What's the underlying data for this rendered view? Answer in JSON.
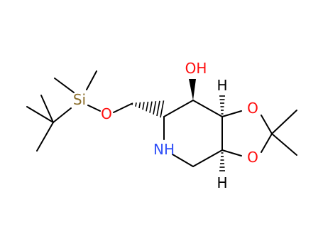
{
  "molecule": {
    "atoms": {
      "si": "Si",
      "o_silyl": "O",
      "oh": "OH",
      "o_ring_top": "O",
      "o_ring_bottom": "O",
      "nh": "NH",
      "h_top": "H",
      "h_bottom": "H"
    }
  },
  "colors": {
    "bond": "#000000",
    "oxygen": "#ff0d0d",
    "nitrogen": "#3050f8",
    "silicon": "#8a6d2a",
    "hydrogen": "#000000"
  }
}
